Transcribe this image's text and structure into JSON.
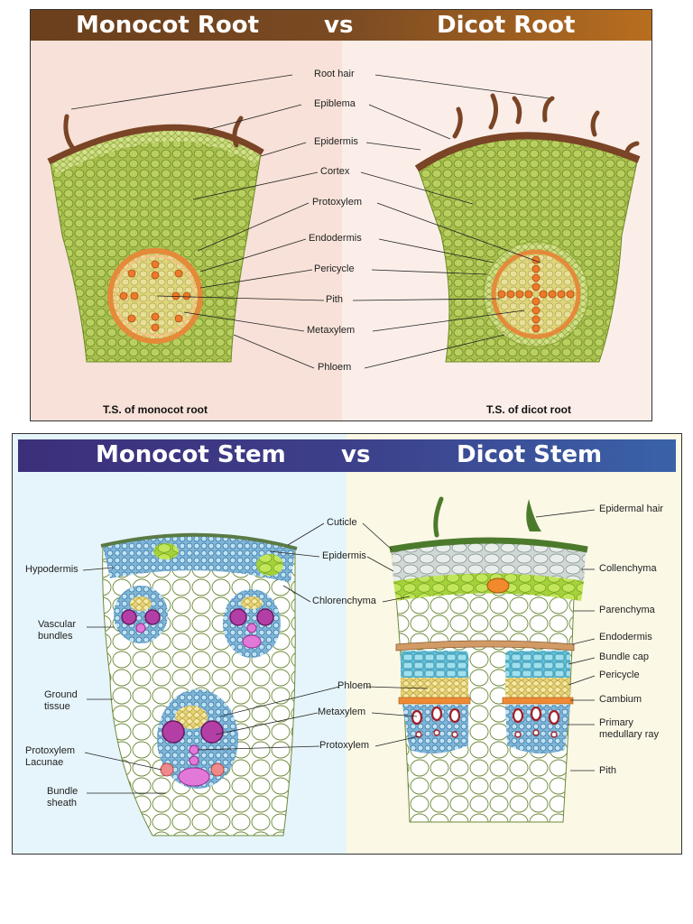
{
  "roots": {
    "title_left": "Monocot Root",
    "title_vs": "vs",
    "title_right": "Dicot Root",
    "caption_left": "T.S. of monocot root",
    "caption_right": "T.S. of dicot root",
    "labels": [
      "Root hair",
      "Epiblema",
      "Epidermis",
      "Cortex",
      "Protoxylem",
      "Endodermis",
      "Pericycle",
      "Pith",
      "Metaxylem",
      "Phloem"
    ]
  },
  "stems": {
    "title_left": "Monocot Stem",
    "title_vs": "vs",
    "title_right": "Dicot Stem",
    "center_labels": [
      "Cuticle",
      "Epidermis",
      "Chlorenchyma",
      "Phloem",
      "Metaxylem",
      "Protoxylem"
    ],
    "left_labels": [
      "Hypodermis",
      "Vascular\nbundles",
      "Ground\ntissue",
      "Protoxylem\nLacunae",
      "Bundle\nsheath"
    ],
    "right_labels": [
      "Epidermal hair",
      "Collenchyma",
      "Parenchyma",
      "Endodermis",
      "Bundle cap",
      "Pericycle",
      "Cambium",
      "Primary\nmedullary ray",
      "Pith"
    ]
  },
  "colors": {
    "root_left_bar": "#6b3f1c",
    "root_right_bar": "#b86e1f",
    "stem_left_bar": "#3c2f7a",
    "stem_right_bar": "#3a62a8",
    "root_bg_left": "#f7e1d8",
    "root_bg_right": "#fbeee9",
    "stem_bg_left": "#e6f5fb",
    "stem_bg_right": "#fbf8e6"
  }
}
